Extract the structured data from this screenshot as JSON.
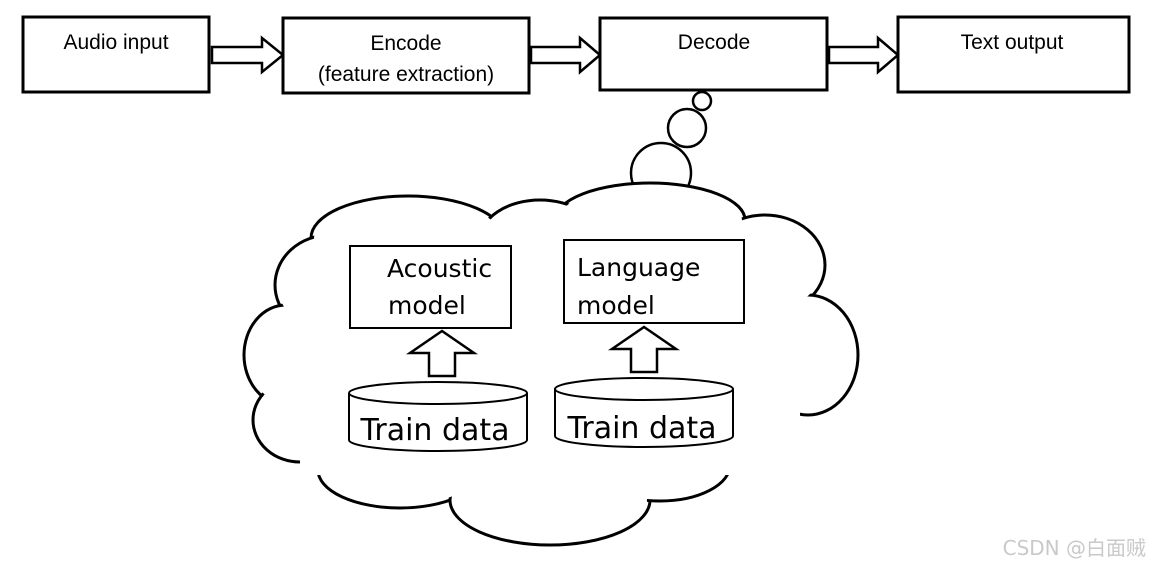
{
  "pipeline": {
    "audio_input": "Audio input",
    "encode_line1": "Encode",
    "encode_line2": "(feature extraction)",
    "decode": "Decode",
    "text_output": "Text output"
  },
  "models": {
    "acoustic_line1": "Acoustic",
    "acoustic_line2": "model",
    "language_line1": "Language",
    "language_line2": "model"
  },
  "data_stores": {
    "left_label": "Train data",
    "right_label": "Train data"
  },
  "watermark": "CSDN @白面贼"
}
